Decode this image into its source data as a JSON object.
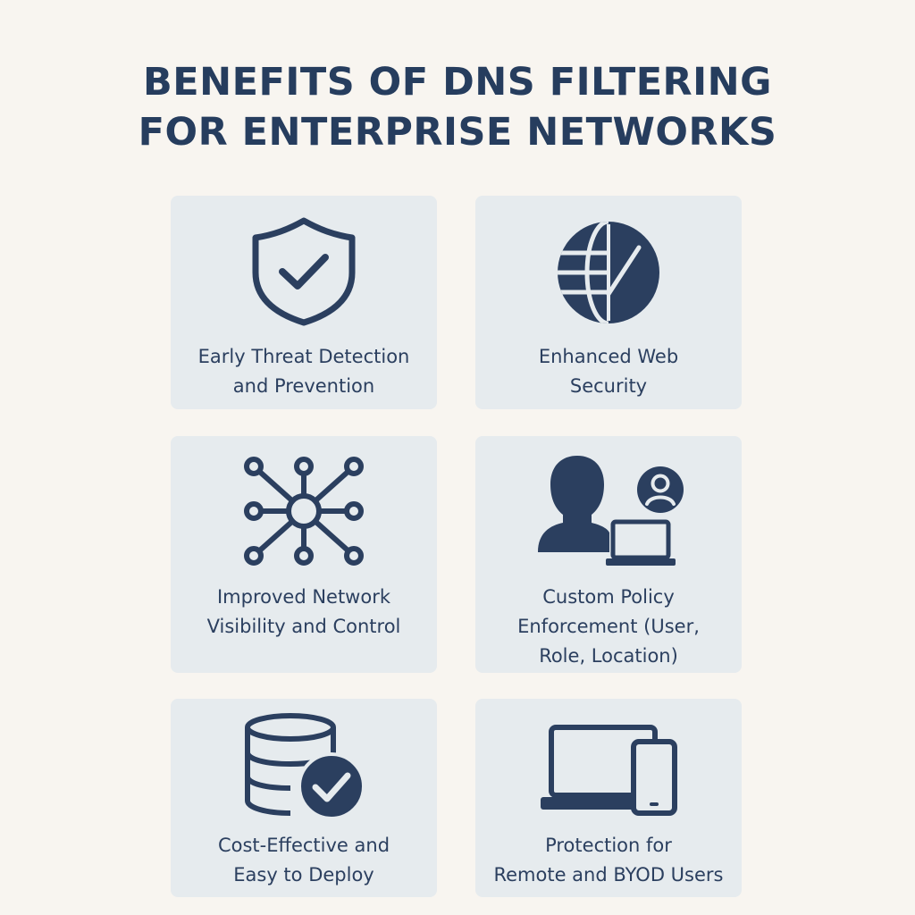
{
  "title": {
    "line1": "BENEFITS OF DNS FILTERING",
    "line2": "FOR ENTERPRISE NETWORKS"
  },
  "colors": {
    "background": "#f8f5f0",
    "card": "#e6ebee",
    "accent": "#2b3f5f"
  },
  "cards": [
    {
      "icon": "shield-check-icon",
      "lines": [
        "Early Threat Detection",
        "and Prevention"
      ]
    },
    {
      "icon": "globe-icon",
      "lines": [
        "Enhanced Web",
        "Security"
      ]
    },
    {
      "icon": "network-hub-icon",
      "lines": [
        "Improved Network",
        "Visibility and Control"
      ]
    },
    {
      "icon": "user-laptop-icon",
      "lines": [
        "Custom Policy",
        "Enforcement (User,",
        "Role, Location)"
      ]
    },
    {
      "icon": "database-check-icon",
      "lines": [
        "Cost-Effective and",
        "Easy to Deploy"
      ]
    },
    {
      "icon": "laptop-phone-icon",
      "lines": [
        "Protection for",
        "Remote and BYOD Users"
      ]
    }
  ]
}
